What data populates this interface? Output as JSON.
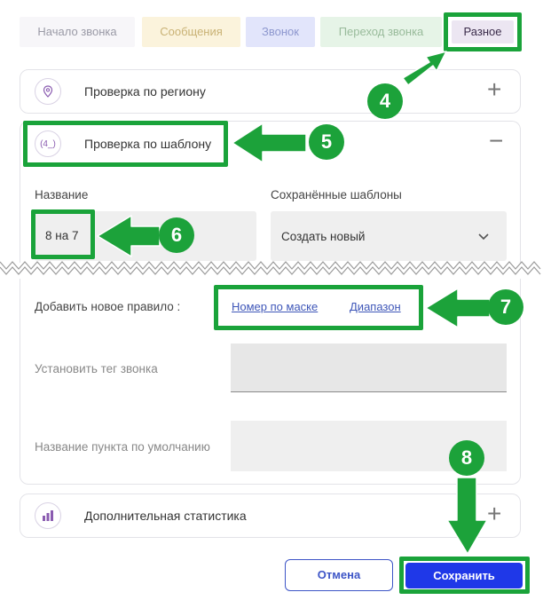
{
  "tabs": [
    {
      "label": "Начало звонка"
    },
    {
      "label": "Сообщения"
    },
    {
      "label": "Звонок"
    },
    {
      "label": "Переход звонка"
    },
    {
      "label": "Разное"
    }
  ],
  "region": {
    "title": "Проверка по региону",
    "toggle": "+"
  },
  "template": {
    "title": "Проверка по шаблону",
    "icon_text": "(4_)",
    "toggle": "−",
    "name_label": "Название",
    "name_value": "8 на 7",
    "saved_label": "Сохранённые шаблоны",
    "saved_value": "Создать новый"
  },
  "rules": {
    "add_label": "Добавить новое правило :",
    "mask_link": "Номер по маске",
    "range_link": "Диапазон",
    "tag_label": "Установить тег звонка",
    "default_label": "Название пункта по умолчанию"
  },
  "stats": {
    "title": "Дополнительная статистика",
    "toggle": "+"
  },
  "buttons": {
    "cancel": "Отмена",
    "save": "Сохранить"
  },
  "badges": {
    "b4": "4",
    "b5": "5",
    "b6": "6",
    "b7": "7",
    "b8": "8"
  },
  "colors": {
    "accent": "#1f38e8",
    "annotation_green": "#1ca23a",
    "icon_purple": "#8a5bb0"
  },
  "icons": {
    "region": "location-pin-icon",
    "template": "template-icon",
    "stats": "bar-chart-icon",
    "select": "chevron-down-icon"
  }
}
